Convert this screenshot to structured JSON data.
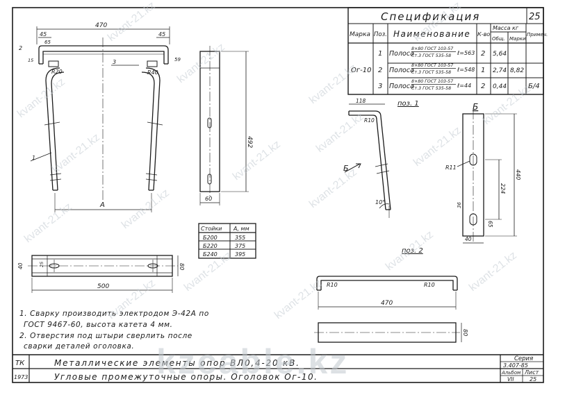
{
  "watermarks": {
    "site": "kvant-21.kz",
    "brand": "kzcable.kz"
  },
  "spec": {
    "title": "Спецификация",
    "sheet_no": "25",
    "headers": {
      "marka": "Марка",
      "poz": "Поз.",
      "name": "Наименование",
      "qty": "К-во",
      "mass": "Масса кг",
      "mass_one": "Общ.",
      "mass_mark": "Марки",
      "note": "Примеч."
    },
    "mark": "Ог-10",
    "rows": [
      {
        "poz": "1",
        "name": "Полоса",
        "frac_top": "8×80 ГОСТ 103-57",
        "frac_bot": "Ст.3 ГОСТ 535-58",
        "len": "ℓ=563",
        "qty": "2",
        "mass": "5,64",
        "mass_mark": "",
        "note": ""
      },
      {
        "poz": "2",
        "name": "Полоса",
        "frac_top": "8×80 ГОСТ 103-57",
        "frac_bot": "Ст.3 ГОСТ 535-58",
        "len": "ℓ=548",
        "qty": "1",
        "mass": "2,74",
        "mass_mark": "8,82",
        "note": ""
      },
      {
        "poz": "3",
        "name": "Полоса",
        "frac_top": "8×80 ГОСТ 103-57",
        "frac_bot": "Ст.3 ГОСТ 535-58",
        "len": "ℓ=44",
        "qty": "2",
        "mass": "0,44",
        "mass_mark": "",
        "note": "Б/4"
      }
    ]
  },
  "main_view": {
    "dim_470": "470",
    "dim_45_left": "45",
    "dim_45_right": "45",
    "dim_65": "65",
    "dim_2": "2",
    "dim_15": "15",
    "dim_59": "59",
    "r20": "R20",
    "r40": "R40",
    "label_3": "3",
    "label_1": "1",
    "dim_a": "А"
  },
  "side_view": {
    "dim_492": "492",
    "dim_60": "60"
  },
  "table_a": {
    "head_col1": "Стойки",
    "head_col2": "А, мм",
    "rows": [
      {
        "c1": "Б200",
        "c2": "355"
      },
      {
        "c1": "Б220",
        "c2": "375"
      },
      {
        "c1": "Б240",
        "c2": "395"
      }
    ]
  },
  "plan_view": {
    "dim_40": "40",
    "dim_25": "25",
    "dim_80": "80",
    "dim_500": "500"
  },
  "poz1": {
    "title": "поз. 1",
    "dim_118": "118",
    "r10": "R10",
    "label_b": "Б",
    "angle": "10°"
  },
  "view_b": {
    "title": "Б",
    "r11": "R11",
    "dim_440": "440",
    "dim_224": "224",
    "dim_36": "36",
    "dim_65": "65",
    "dim_40": "40"
  },
  "poz2": {
    "title": "поз. 2",
    "r10_left": "R10",
    "r10_right": "R10",
    "dim_470": "470",
    "dim_80": "80"
  },
  "notes": [
    "1. Сварку производить электродом Э-42А по",
    "ГОСТ 9467-60, высота катета 4 мм.",
    "2. Отверстия под штыри сверлить после",
    "сварки деталей оголовка."
  ],
  "title_block": {
    "tk": "ТК",
    "year": "1973",
    "line1": "Металлические элементы опор ВЛ0,4-20 кВ.",
    "line2": "Угловые промежуточные опоры. Оголовок Ог-10.",
    "series_label": "Серия",
    "series_value": "3.407-85",
    "album_label": "Альбом",
    "album_value": "VII",
    "sheet_label": "Лист",
    "sheet_value": "25"
  }
}
